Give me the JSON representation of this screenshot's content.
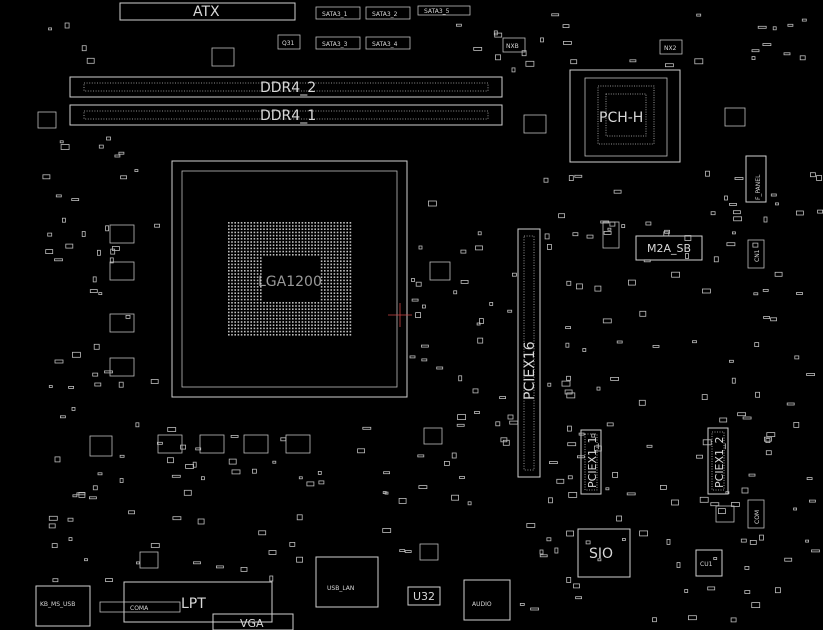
{
  "board": {
    "labels": {
      "atx": "ATX",
      "ddr4_2": "DDR4_2",
      "ddr4_1": "DDR4_1",
      "sata1": "SATA3_1",
      "sata2": "SATA3_2",
      "sata3": "SATA3_3",
      "sata4": "SATA3_4",
      "sata_top": "SATA3_5",
      "q31": "Q31",
      "nx2": "NX2",
      "nxb": "NXB",
      "pch": "PCH-H",
      "cpu": "LGA1200",
      "pciex16": "PCIEX16",
      "pciex1_1": "PCIEX1_1",
      "pciex1_2": "PCIEX1_2",
      "m2a": "M2A_SB",
      "sio": "SIO",
      "cu1": "CU1",
      "usb_lan": "USB_LAN",
      "u32": "U32",
      "audio": "AUDIO",
      "lpt": "LPT",
      "coma": "COMA",
      "vga": "VGA",
      "f_panel": "F_PANEL",
      "kb_ms": "KB_MS_USB",
      "cn1": "CN1",
      "com": "COM"
    }
  }
}
